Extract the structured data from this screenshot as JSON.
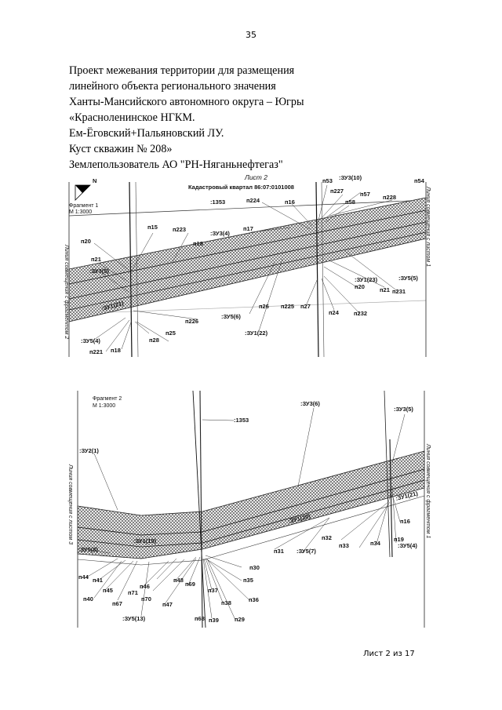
{
  "page_number": "35",
  "heading_lines": [
    "Проект межевания территории для размещения",
    "линейного объекта регионального значения",
    "Ханты-Мансийского автономного округа – Югры",
    "«Красноленинское НГКМ.",
    "Ем-Ёговский+Пальяновский ЛУ.",
    "Куст скважин № 208»",
    "Землепользователь АО \"РН-Няганьнефтегаз\""
  ],
  "map1": {
    "sheet_title": "Лист 2",
    "cadastral_block": "Кадастровый  квартал 86:07:0101008",
    "north": "N",
    "fragment": "Фрагмент 1",
    "scale": "М 1:3000",
    "side_left": "Линия совмещения с фрагментом 2",
    "side_right": "Линия совмещения с листом 1",
    "labels": {
      "n53": "п53",
      "zu3_10": ":ЗУ3(10)",
      "n54": "п54",
      "n227": "п227",
      "n57": "п57",
      "n226b": "п228",
      "n58": "п58",
      "p1353": ":1353",
      "n224": "п224",
      "n16": "п16",
      "n15": "п15",
      "n223": "п223",
      "zu3_4": ":ЗУ3(4)",
      "n17": "п17",
      "n18": "п18",
      "n20": "п20",
      "n21": "п21",
      "zu3_5": ":ЗУ3(5)",
      "zu1_21": ":ЗУ1(21)",
      "zu1_23": ":ЗУ1(23)",
      "zu5_5": ":ЗУ5(5)",
      "n20b": "п20",
      "n21b": "п21",
      "n231": "п231",
      "n26": "п26",
      "n225": "п225",
      "n27": "п27",
      "n24": "п24",
      "n232": "п232",
      "n226": "п226",
      "zu5_6": ":ЗУ5(6)",
      "n25": "п25",
      "n28": "п28",
      "zu1_22": ":ЗУ1(22)",
      "zu5_4": ":ЗУ5(4)",
      "n221": "п221",
      "n18b": "п18"
    }
  },
  "map2": {
    "fragment": "Фрагмент 2",
    "scale": "М 1:3000",
    "side_left": "Линия совмещения с листом 3",
    "side_right": "Линия совмещения с фрагментом 1",
    "labels": {
      "zu3_6": ":ЗУ3(6)",
      "zu3_5": ":ЗУ3(5)",
      "p1353": ":1353",
      "zu2_1": ":ЗУ2(1)",
      "zu1_20": ":ЗУ1(20)",
      "zu1_21": ":ЗУ1(21)",
      "zu1_19": ":ЗУ1(19)",
      "zu5_8": ":ЗУ5(8)",
      "n16": "п16",
      "n32": "п32",
      "n33": "п33",
      "n34": "п34",
      "n19": "п19",
      "zu5_4": ":ЗУ5(4)",
      "n31": "п31",
      "zu5_7": ":ЗУ5(7)",
      "n30": "п30",
      "n44": "п44",
      "n41": "п41",
      "n45": "п45",
      "n46": "п46",
      "n48": "п48",
      "n69": "п69",
      "n35": "п35",
      "n40": "п40",
      "n71": "п71",
      "n70": "п70",
      "n37": "п37",
      "n36": "п36",
      "n67": "п67",
      "n47": "п47",
      "n38": "п38",
      "zu5_13": ":ЗУ5(13)",
      "n68": "п68",
      "n39": "п39",
      "n29": "п29"
    }
  },
  "footer": "Лист 2 из 17"
}
